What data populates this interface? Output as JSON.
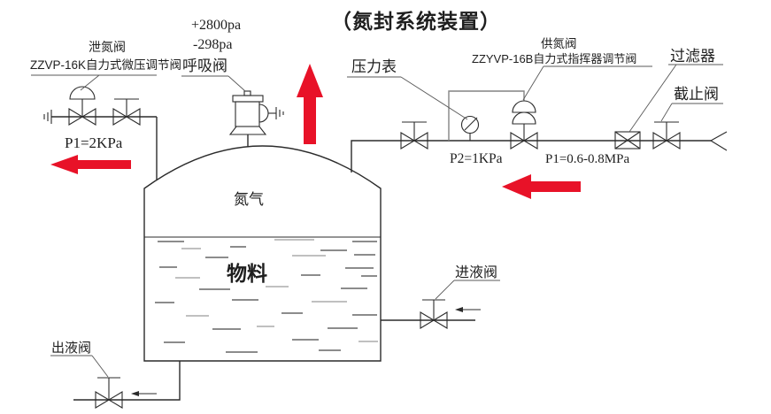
{
  "title": "（氮封系统装置）",
  "colors": {
    "line": "#2b2b2b",
    "red": "#e81228",
    "leader": "#5a5a5a"
  },
  "vent_line": {
    "valve_name": "泄氮阀",
    "valve_model": "ZZVP-16K自力式微压调节阀",
    "pressure": "P1=2KPa"
  },
  "breathing_valve": {
    "label": "呼吸阀",
    "positive_pressure": "+2800pa",
    "negative_pressure": "-298pa"
  },
  "supply_line": {
    "gauge_label": "压力表",
    "gauge_pressure": "P2=1KPa",
    "valve_name": "供氮阀",
    "valve_model": "ZZYVP-16B自力式指挥器调节阀",
    "inlet_pressure": "P1=0.6-0.8MPa",
    "filter_label": "过滤器",
    "stop_valve_label": "截止阀"
  },
  "tank": {
    "gas": "氮气",
    "material": "物料"
  },
  "inlet": {
    "valve_label": "进液阀"
  },
  "outlet": {
    "valve_label": "出液阀"
  }
}
